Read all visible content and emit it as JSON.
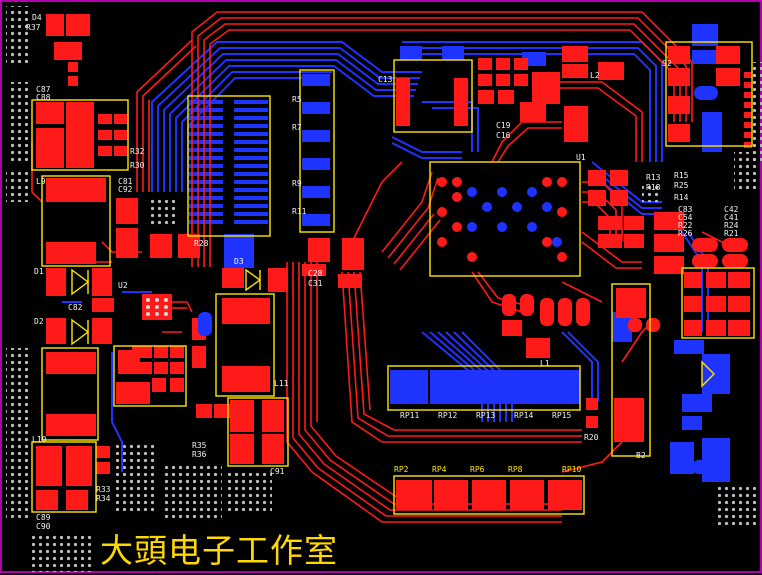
{
  "board": {
    "title": "大頭电子工作室",
    "colors": {
      "background": "#000000",
      "top_copper": "#ff1a1a",
      "bottom_copper": "#1a2bff",
      "silkscreen": "#ffe600",
      "drill": "#bfbfbf",
      "border": "#b000b0"
    }
  },
  "designators": {
    "D4": "D4",
    "R37": "R37",
    "C87": "C87",
    "C88": "C88",
    "R32": "R32",
    "R30": "R30",
    "C81": "C81",
    "C92": "C92",
    "L9": "L9",
    "D1": "D1",
    "D2": "D2",
    "C82": "C82",
    "U2": "U2",
    "R28": "R28",
    "D3": "D3",
    "L10": "L10",
    "R33": "R33",
    "R34": "R34",
    "C89": "C89",
    "C90": "C90",
    "R35": "R35",
    "R36": "R36",
    "L11": "L11",
    "C91": "C91",
    "C28": "C28",
    "C31": "C31",
    "C13": "C13",
    "C19": "C19",
    "C16": "C16",
    "U1": "U1",
    "R13": "R13",
    "R18": "R18",
    "R20": "R20",
    "RP2": "RP2",
    "RP4": "RP4",
    "RP6": "RP6",
    "RP8": "RP8",
    "RP10": "RP10",
    "RP11": "RP11",
    "RP12": "RP12",
    "RP13": "RP13",
    "RP14": "RP14",
    "RP15": "RP15",
    "S2": "S2",
    "C83": "C83",
    "C54": "C54",
    "R22": "R22",
    "R26": "R26",
    "C42": "C42",
    "C41": "C41",
    "R24": "R24",
    "R21": "R21",
    "R14": "R14",
    "L1": "L1",
    "L2": "L2",
    "B2": "B2",
    "R15": "R15",
    "R25": "R25",
    "R5": "R5",
    "R7": "R7",
    "R9": "R9",
    "R11": "R11"
  }
}
